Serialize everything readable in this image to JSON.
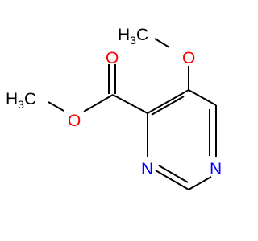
{
  "molecule": {
    "atoms": {
      "methoxy_methyl": {
        "main": "H",
        "sub": "3",
        "tail": "C"
      },
      "ether_oxygen": "O",
      "carbonyl_oxygen": "O",
      "ester_oxygen": "O",
      "ester_methyl": {
        "main": "H",
        "sub": "3",
        "tail": "C"
      },
      "ring_nitrogen_left": "N",
      "ring_nitrogen_right": "N"
    },
    "colors": {
      "bond": "#000000",
      "oxygen": "#ff0000",
      "nitrogen": "#0000ff",
      "carbon": "#000000"
    }
  }
}
